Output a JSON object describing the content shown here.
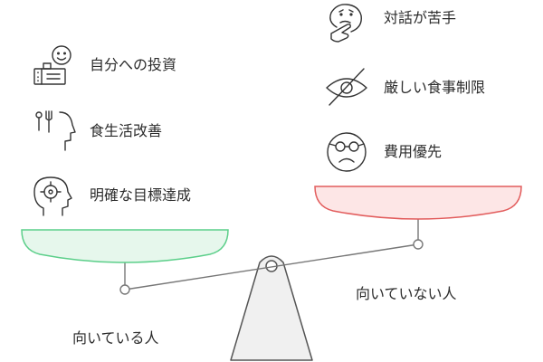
{
  "left_side": {
    "caption": "向いている人",
    "pan_color": "#5ccf8a",
    "pan_fill": "#e6f7ec",
    "items": [
      {
        "icon": "investor-icon",
        "text": "自分への投資"
      },
      {
        "icon": "utensils-head-icon",
        "text": "食生活改善"
      },
      {
        "icon": "target-head-icon",
        "text": "明確な目標達成"
      }
    ]
  },
  "right_side": {
    "caption": "向いていない人",
    "pan_color": "#e25c5c",
    "pan_fill": "#fde6e6",
    "items": [
      {
        "icon": "confused-face-icon",
        "text": "対話が苦手"
      },
      {
        "icon": "eye-slash-icon",
        "text": "厳しい食事制限"
      },
      {
        "icon": "glasses-frown-icon",
        "text": "費用優先"
      }
    ]
  }
}
